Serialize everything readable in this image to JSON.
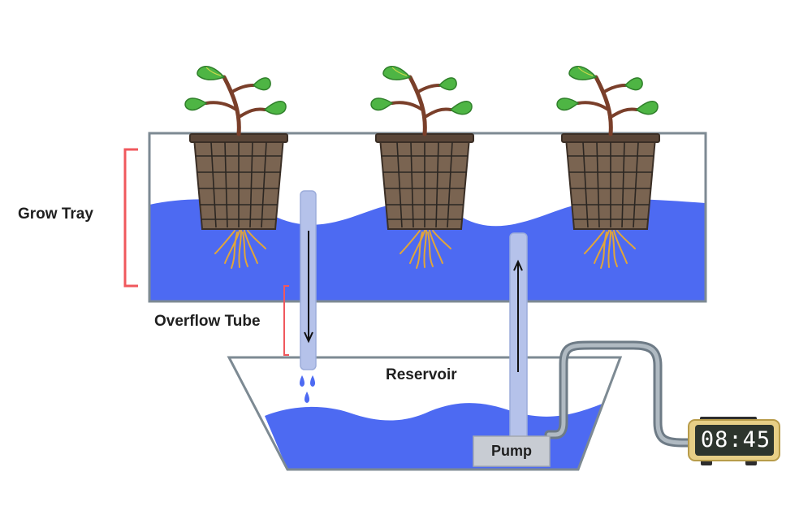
{
  "labels": {
    "grow_tray": "Grow Tray",
    "overflow_tube": "Overflow Tube",
    "reservoir": "Reservoir",
    "pump": "Pump"
  },
  "timer": {
    "display": "08:45"
  },
  "colors": {
    "water": "#4d6af2",
    "tray_outline": "#7d8a93",
    "bracket": "#f0585d",
    "tube": "#b5c2ea",
    "hose": "#6e7b86",
    "basket": "#7a6451",
    "leaf": "#4eb544",
    "root": "#e0a53a",
    "timer_body": "#e7cf86",
    "timer_screen": "#2d352d"
  },
  "icons": [
    "plant-icon",
    "net-pot-icon",
    "roots-icon",
    "water-drop-icon",
    "timer-icon"
  ]
}
